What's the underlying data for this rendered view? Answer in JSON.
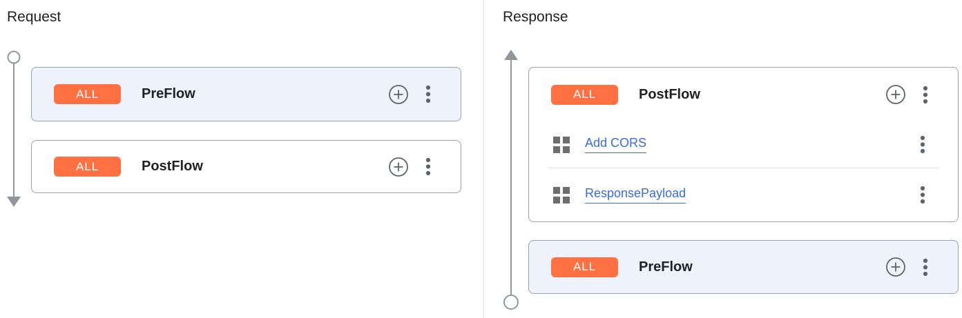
{
  "request_panel": {
    "title": "Request",
    "flows": [
      {
        "badge": "ALL",
        "label": "PreFlow",
        "highlighted": true
      },
      {
        "badge": "ALL",
        "label": "PostFlow",
        "highlighted": false
      }
    ]
  },
  "response_panel": {
    "title": "Response",
    "flows": [
      {
        "badge": "ALL",
        "label": "PostFlow",
        "highlighted": false,
        "policies": [
          {
            "name": "Add CORS"
          },
          {
            "name": "ResponsePayload"
          }
        ]
      },
      {
        "badge": "ALL",
        "label": "PreFlow",
        "highlighted": true
      }
    ]
  },
  "icons": {
    "add": "add-circle-icon",
    "menu": "more-vert-icon",
    "policy": "policy-grid-icon",
    "timeline_start": "circle-marker",
    "timeline_end": "arrow-marker"
  },
  "colors": {
    "badge_bg": "#ff7043",
    "badge_text": "#ffffff",
    "highlight_card_bg": "#edf2fc",
    "card_border": "#9aa0a6",
    "link": "#3b6bd6",
    "icon_gray": "#5f6368",
    "timeline_gray": "#90969b",
    "divider": "#e3e3e3"
  }
}
